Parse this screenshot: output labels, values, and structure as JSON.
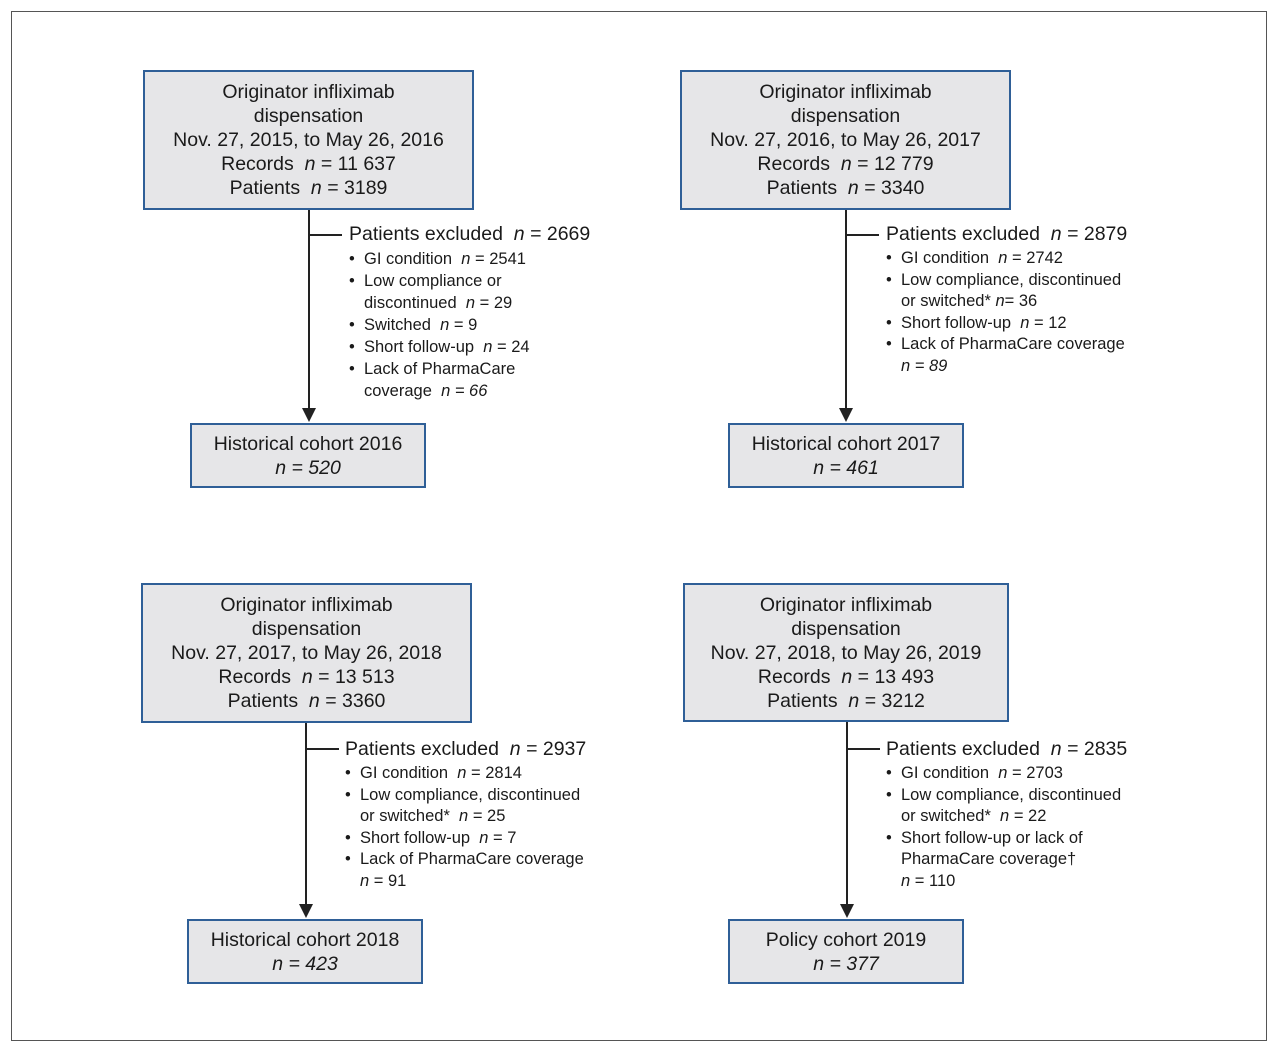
{
  "panels": [
    {
      "source": {
        "line1": "Originator infliximab",
        "line2": "dispensation",
        "line3": "Nov. 27, 2015, to May 26, 2016",
        "records_label": "Records",
        "records_n": "= 11 637",
        "patients_label": "Patients",
        "patients_n": "= 3189"
      },
      "excluded": {
        "label": "Patients excluded",
        "n": "= 2669",
        "items": [
          {
            "a": "GI condition",
            "n": "= 2541"
          },
          {
            "a": "Low compliance or",
            "b": "discontinued",
            "n": "= 29"
          },
          {
            "a": "Switched",
            "n": "= 9"
          },
          {
            "a": "Short follow-up",
            "n": "= 24"
          },
          {
            "a": "Lack of PharmaCare",
            "b": "coverage",
            "n": "= 66"
          }
        ]
      },
      "cohort": {
        "name": "Historical cohort 2016",
        "n": "= 520"
      }
    },
    {
      "source": {
        "line1": "Originator infliximab",
        "line2": "dispensation",
        "line3": "Nov. 27, 2016, to May 26, 2017",
        "records_label": "Records",
        "records_n": "= 12 779",
        "patients_label": "Patients",
        "patients_n": "= 3340"
      },
      "excluded": {
        "label": "Patients excluded",
        "n": "= 2879",
        "items": [
          {
            "a": "GI condition",
            "n": "= 2742"
          },
          {
            "a": "Low compliance, discontinued",
            "b": "or switched*",
            "n": "= 36"
          },
          {
            "a": "Short follow-up",
            "n": "= 12"
          },
          {
            "a": "Lack of PharmaCare coverage",
            "n": "= 89"
          }
        ]
      },
      "cohort": {
        "name": "Historical cohort 2017",
        "n": "= 461"
      }
    },
    {
      "source": {
        "line1": "Originator infliximab",
        "line2": "dispensation",
        "line3": "Nov. 27, 2017, to May 26, 2018",
        "records_label": "Records",
        "records_n": "= 13 513",
        "patients_label": "Patients",
        "patients_n": "= 3360"
      },
      "excluded": {
        "label": "Patients excluded",
        "n": "= 2937",
        "items": [
          {
            "a": "GI condition",
            "n": "= 2814"
          },
          {
            "a": "Low compliance, discontinued",
            "b": "or switched*",
            "n": "= 25"
          },
          {
            "a": "Short follow-up",
            "n": "= 7"
          },
          {
            "a": "Lack of PharmaCare coverage",
            "n": "= 91"
          }
        ]
      },
      "cohort": {
        "name": "Historical cohort 2018",
        "n": "= 423"
      }
    },
    {
      "source": {
        "line1": "Originator infliximab",
        "line2": "dispensation",
        "line3": "Nov. 27, 2018, to May 26, 2019",
        "records_label": "Records",
        "records_n": "= 13 493",
        "patients_label": "Patients",
        "patients_n": "= 3212"
      },
      "excluded": {
        "label": "Patients excluded",
        "n": "= 2835",
        "items": [
          {
            "a": "GI condition",
            "n": "= 2703"
          },
          {
            "a": "Low compliance, discontinued",
            "b": "or switched*",
            "n": "= 22"
          },
          {
            "a": "Short follow-up or lack of",
            "b": "PharmaCare coverage†",
            "n": "= 110"
          }
        ]
      },
      "cohort": {
        "name": "Policy cohort 2019",
        "n": "= 377"
      }
    }
  ]
}
